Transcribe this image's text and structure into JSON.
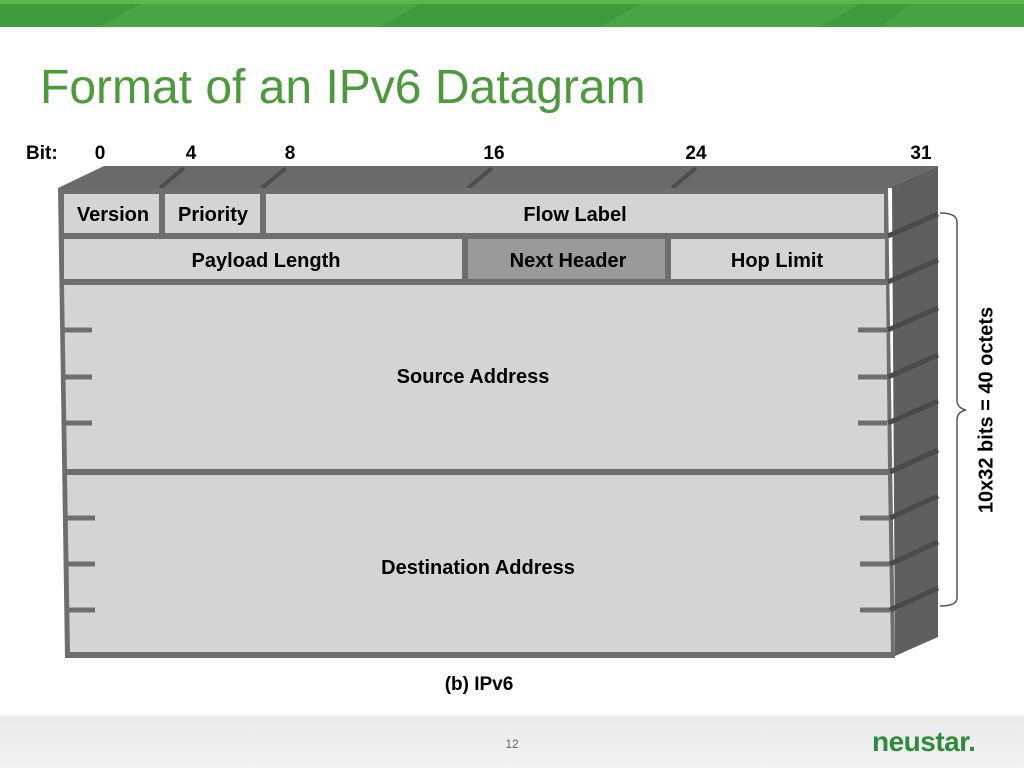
{
  "slide": {
    "title": "Format of an IPv6 Datagram",
    "page_number": "12",
    "logo_text": "neustar",
    "logo_suffix": ".",
    "colors": {
      "title_green": "#4c9a3b",
      "bar_green": "#3e9a3a",
      "logo_green": "#2e8b3e",
      "frame_gray": "#6e6e6e",
      "field_fill": "#d4d4d4",
      "highlight_field_fill": "#9a9a9a"
    }
  },
  "diagram": {
    "bit_label": "Bit:",
    "bit_ticks": [
      "0",
      "4",
      "8",
      "16",
      "24",
      "31"
    ],
    "rows": [
      {
        "fields": [
          {
            "label": "Version",
            "bits": 4
          },
          {
            "label": "Priority",
            "bits": 4
          },
          {
            "label": "Flow Label",
            "bits": 24
          }
        ]
      },
      {
        "fields": [
          {
            "label": "Payload Length",
            "bits": 16
          },
          {
            "label": "Next Header",
            "bits": 8,
            "highlight": true
          },
          {
            "label": "Hop Limit",
            "bits": 8
          }
        ]
      },
      {
        "fields": [
          {
            "label": "Source Address",
            "bits": 128
          }
        ]
      },
      {
        "fields": [
          {
            "label": "Destination Address",
            "bits": 128
          }
        ]
      }
    ],
    "side_label": "10x32 bits = 40 octets",
    "caption": "(b) IPv6"
  }
}
